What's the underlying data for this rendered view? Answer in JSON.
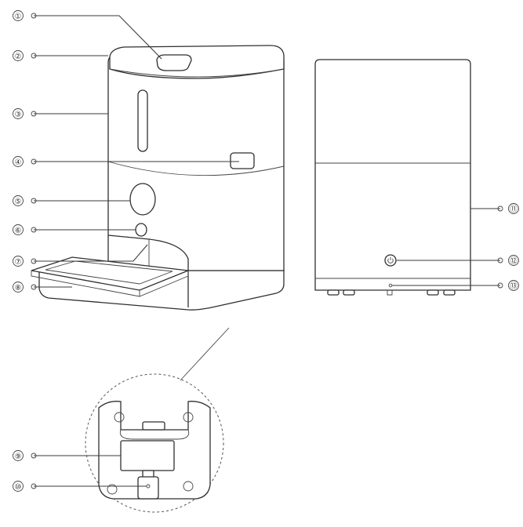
{
  "diagram": {
    "callouts": [
      {
        "id": 1,
        "label": "①"
      },
      {
        "id": 2,
        "label": "②"
      },
      {
        "id": 3,
        "label": "③"
      },
      {
        "id": 4,
        "label": "④"
      },
      {
        "id": 5,
        "label": "⑤"
      },
      {
        "id": 6,
        "label": "⑥"
      },
      {
        "id": 7,
        "label": "⑦"
      },
      {
        "id": 8,
        "label": "⑧"
      },
      {
        "id": 9,
        "label": "⑨"
      },
      {
        "id": 10,
        "label": "⑩"
      },
      {
        "id": 11,
        "label": "⑪"
      },
      {
        "id": 12,
        "label": "⑫"
      },
      {
        "id": 13,
        "label": "⑬"
      }
    ],
    "icons": [
      "power-icon"
    ],
    "line_color": "#3a3a3a"
  }
}
